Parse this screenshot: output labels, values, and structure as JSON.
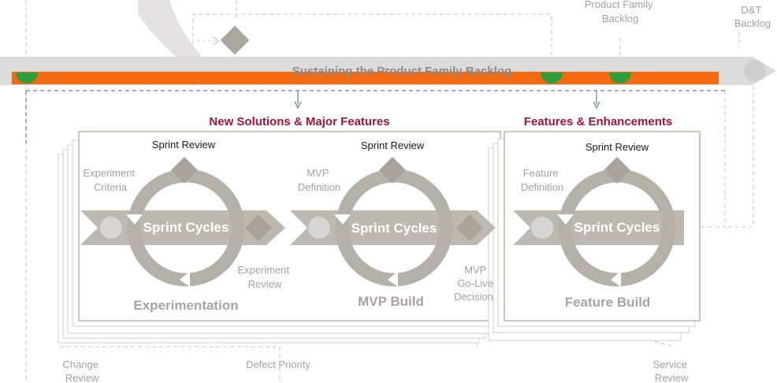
{
  "band": {
    "title": "Sustaining the Product Family Backlog"
  },
  "top": {
    "product_family_backlog": [
      "Product Family",
      "Backlog"
    ],
    "dt_backlog": [
      "D&T",
      "Backlog"
    ]
  },
  "sections": {
    "new_solutions": "New Solutions & Major Features",
    "features": "Features & Enhancements"
  },
  "panels": [
    {
      "sprint_review": "Sprint Review",
      "cycle": "Sprint Cycles",
      "phase": "Experimentation",
      "left_label": [
        "Experiment",
        "Criteria"
      ],
      "right_label": [
        "Experiment",
        "Review"
      ]
    },
    {
      "sprint_review": "Sprint Review",
      "cycle": "Sprint Cycles",
      "phase": "MVP Build",
      "left_label": [
        "MVP",
        "Definition"
      ],
      "right_label": [
        "MVP",
        "Go-Live",
        "Decision"
      ]
    },
    {
      "sprint_review": "Sprint  Review",
      "cycle": "Sprint Cycles",
      "phase": "Feature Build",
      "left_label": [
        "Feature",
        "Definition"
      ]
    }
  ],
  "bottom": {
    "change_review": [
      "Change",
      "Review"
    ],
    "defect_priority": "Defect Priority",
    "service_review": [
      "Service",
      "Review"
    ]
  },
  "colors": {
    "orange": "#f26b12",
    "green": "#2f9e3a",
    "accent_red": "#a8123a",
    "gray": "#b5b1a9",
    "dashed_blue": "#5b7fbf"
  }
}
